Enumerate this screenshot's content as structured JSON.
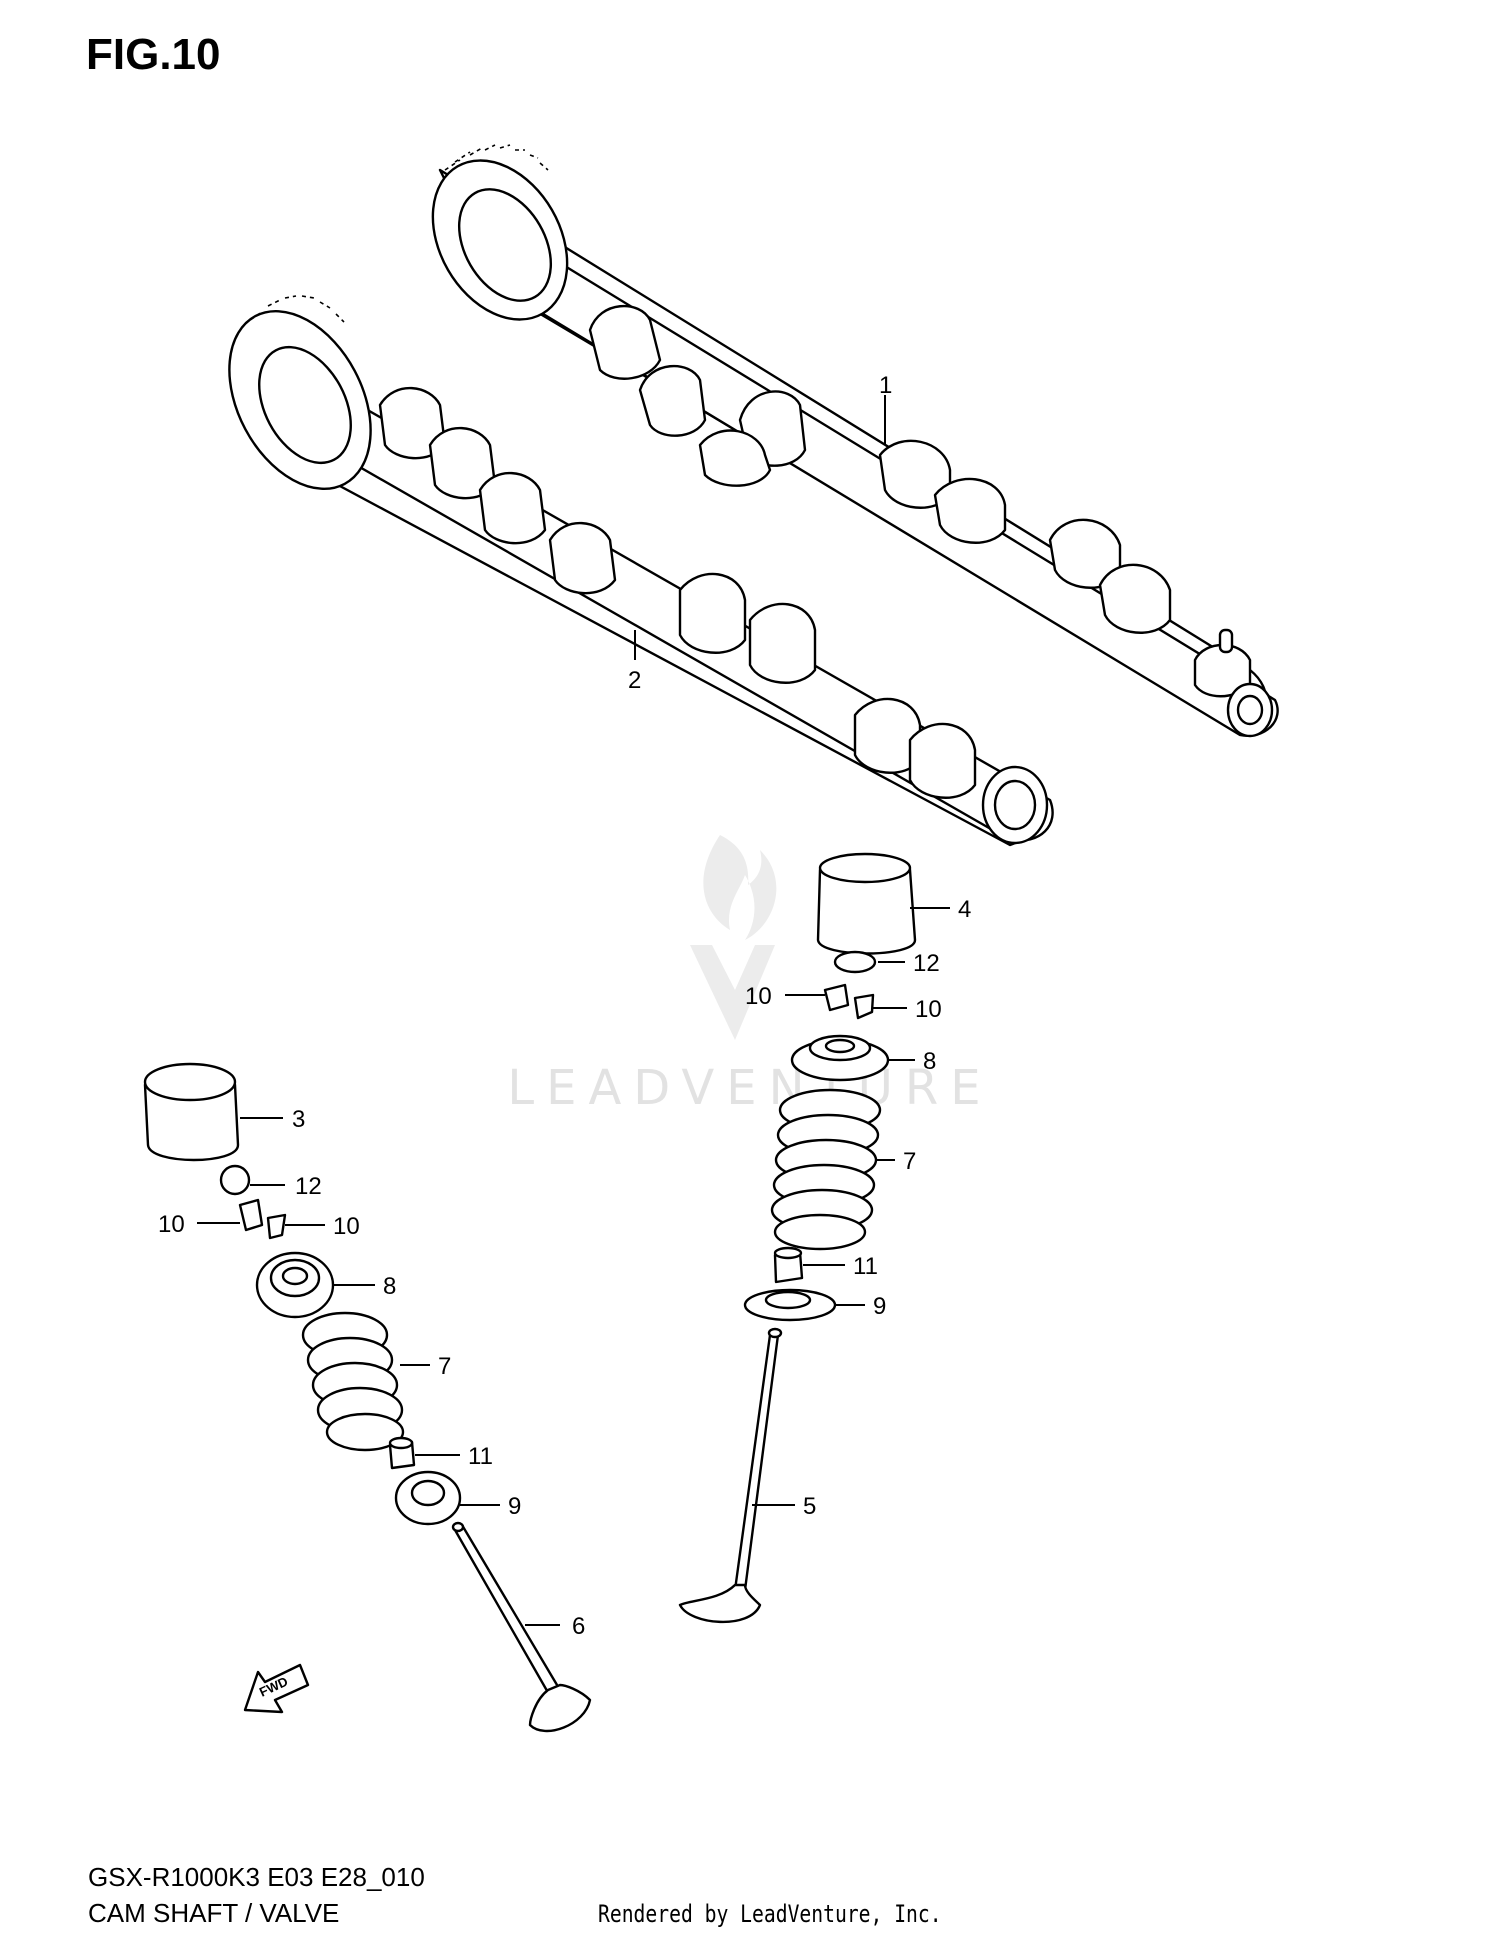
{
  "figure": {
    "title": "FIG.10"
  },
  "watermark": {
    "text": "LEADVENTURE"
  },
  "callouts": [
    {
      "id": "c1",
      "label": "1"
    },
    {
      "id": "c2",
      "label": "2"
    },
    {
      "id": "c3",
      "label": "3"
    },
    {
      "id": "c4",
      "label": "4"
    },
    {
      "id": "c5",
      "label": "5"
    },
    {
      "id": "c6",
      "label": "6"
    },
    {
      "id": "c7a",
      "label": "7"
    },
    {
      "id": "c7b",
      "label": "7"
    },
    {
      "id": "c8a",
      "label": "8"
    },
    {
      "id": "c8b",
      "label": "8"
    },
    {
      "id": "c9a",
      "label": "9"
    },
    {
      "id": "c9b",
      "label": "9"
    },
    {
      "id": "c10a",
      "label": "10"
    },
    {
      "id": "c10b",
      "label": "10"
    },
    {
      "id": "c10c",
      "label": "10"
    },
    {
      "id": "c10d",
      "label": "10"
    },
    {
      "id": "c11a",
      "label": "11"
    },
    {
      "id": "c11b",
      "label": "11"
    },
    {
      "id": "c12a",
      "label": "12"
    },
    {
      "id": "c12b",
      "label": "12"
    }
  ],
  "fwd_arrow": {
    "text": "FWD"
  },
  "footer": {
    "model_code": "GSX-R1000K3 E03 E28_010",
    "section_name": "CAM SHAFT / VALVE",
    "render_credit": "Rendered by LeadVenture, Inc."
  }
}
